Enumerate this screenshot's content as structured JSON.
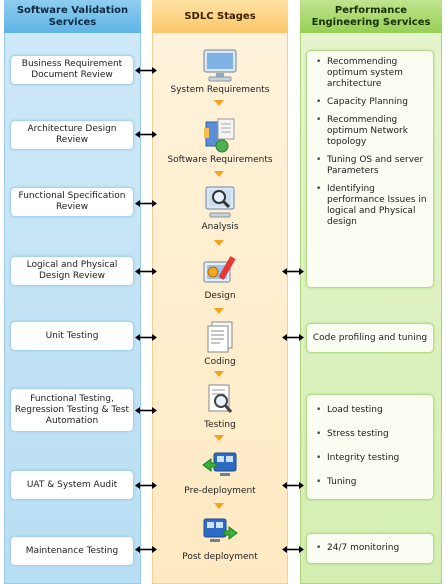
{
  "headers": {
    "left": "Software Validation Services",
    "mid": "SDLC Stages",
    "right": "Performance Engineering Services"
  },
  "validation": [
    "Business Requirement Document Review",
    "Architecture Design Review",
    "Functional Specification Review",
    "Logical and Physical Design Review",
    "Unit Testing",
    "Functional Testing, Regression Testing & Test Automation",
    "UAT & System Audit",
    "Maintenance Testing"
  ],
  "stages": [
    {
      "label": "System Requirements",
      "icon": "monitor-icon"
    },
    {
      "label": "Software Requirements",
      "icon": "software-box-icon"
    },
    {
      "label": "Analysis",
      "icon": "magnifier-monitor-icon"
    },
    {
      "label": "Design",
      "icon": "design-tools-icon"
    },
    {
      "label": "Coding",
      "icon": "code-document-icon"
    },
    {
      "label": "Testing",
      "icon": "test-document-icon"
    },
    {
      "label": "Pre-deployment",
      "icon": "deploy-back-icon"
    },
    {
      "label": "Post deployment",
      "icon": "deploy-forward-icon"
    }
  ],
  "performance": {
    "box1": [
      "Recommending optimum system architecture",
      "Capacity Planning",
      "Recommending optimum Network topology",
      "Tuning OS and server Parameters",
      "Identifying performance Issues in logical and Physical design"
    ],
    "box2": "Code profiling and tuning",
    "box3": [
      "Load testing",
      "Stress testing",
      "Integrity testing",
      "Tuning"
    ],
    "box4": "24/7 monitoring"
  },
  "colors": {
    "arrow": "#000000",
    "down_arrow": "#f3a21a"
  }
}
